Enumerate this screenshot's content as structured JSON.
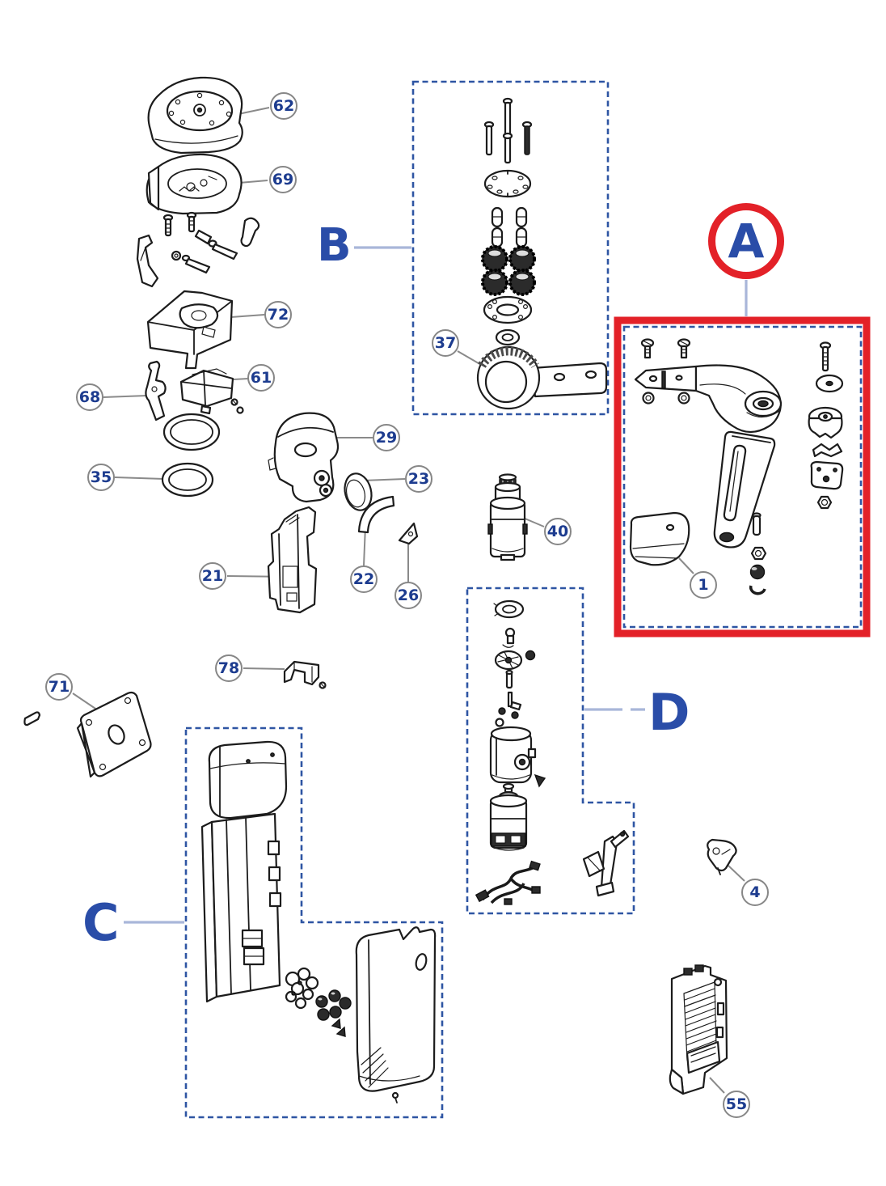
{
  "diagram_type": "exploded-parts-diagram",
  "sections": [
    {
      "id": "A",
      "label": "A",
      "highlighted": true
    },
    {
      "id": "B",
      "label": "B",
      "highlighted": false
    },
    {
      "id": "C",
      "label": "C",
      "highlighted": false
    },
    {
      "id": "D",
      "label": "D",
      "highlighted": false
    }
  ],
  "callouts": [
    {
      "label": "62"
    },
    {
      "label": "69"
    },
    {
      "label": "72"
    },
    {
      "label": "61"
    },
    {
      "label": "68"
    },
    {
      "label": "35"
    },
    {
      "label": "29"
    },
    {
      "label": "23"
    },
    {
      "label": "22"
    },
    {
      "label": "26"
    },
    {
      "label": "21"
    },
    {
      "label": "37"
    },
    {
      "label": "40"
    },
    {
      "label": "1"
    },
    {
      "label": "78"
    },
    {
      "label": "71"
    },
    {
      "label": "4"
    },
    {
      "label": "55"
    }
  ],
  "colors": {
    "background": "#ffffff",
    "part_outline": "#1c1c1c",
    "callout_number": "#1d3c8f",
    "callout_ring": "#878787",
    "section_letter": "#2a4da8",
    "dashed_box": "#2e55a3",
    "highlight_red": "#e32128",
    "leader_line": "#8a8a8a",
    "connector_line": "#a9b6d9"
  }
}
